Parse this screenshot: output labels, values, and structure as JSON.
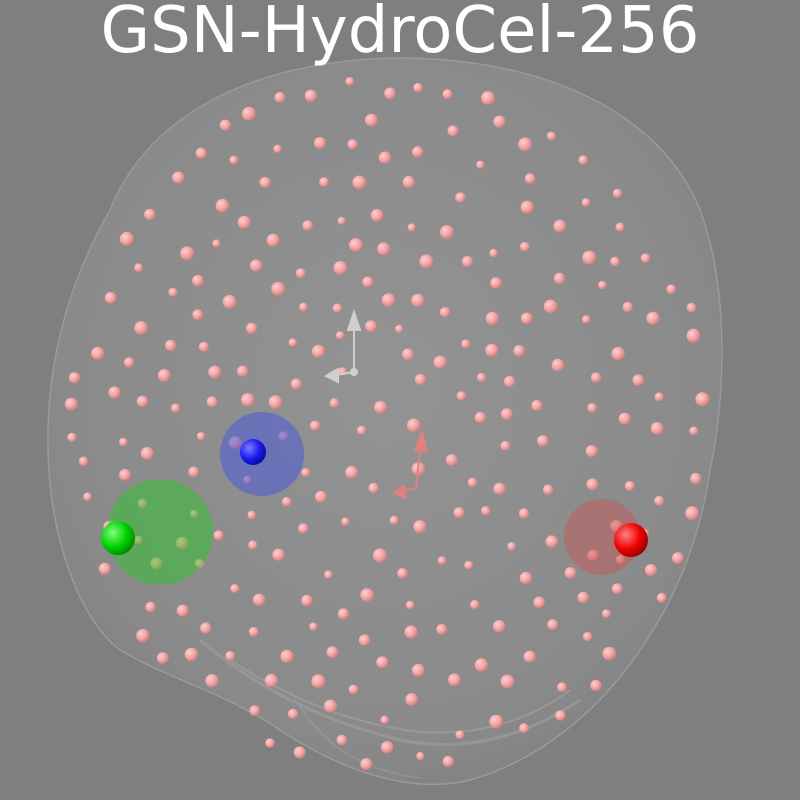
{
  "title": "GSN-HydroCel-256",
  "colors": {
    "background": "#7f7f7f",
    "head": "#8d8d8d",
    "electrode": "#f2a8a8",
    "fiducial_left": "#00cc00",
    "fiducial_nasion": "#1a1aee",
    "fiducial_right": "#ee0000",
    "axes_head": "#c8c8c8",
    "axes_device": "#e08080"
  },
  "icons": [
    "head-mesh",
    "electrode-spheres",
    "fiducial-markers",
    "coordinate-axes"
  ]
}
